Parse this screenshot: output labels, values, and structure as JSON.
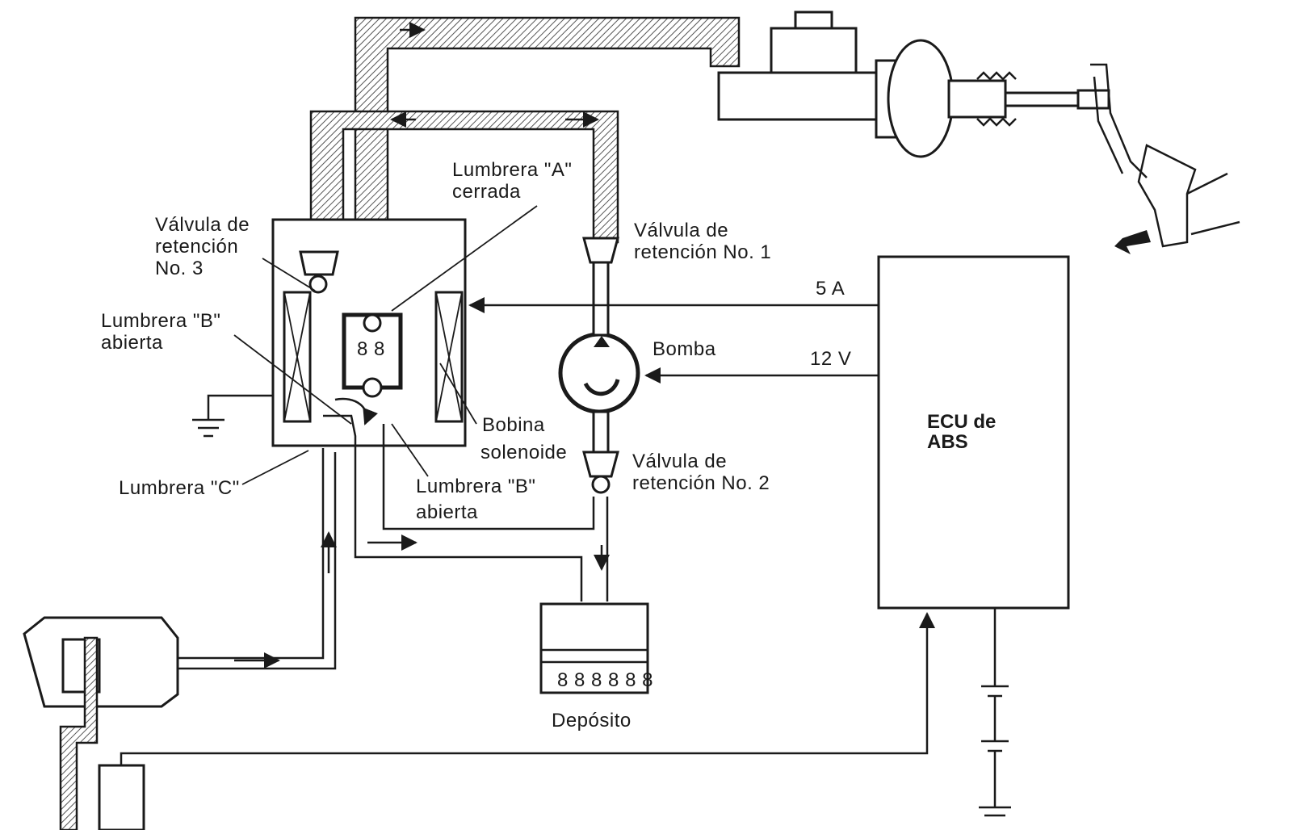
{
  "labels": {
    "lumbrera_a": [
      "Lumbrera \"A\"",
      "cerrada"
    ],
    "valvula_3": [
      "Válvula de",
      "retención",
      "No. 3"
    ],
    "valvula_1": [
      "Válvula de",
      "retención No. 1"
    ],
    "lumbrera_b_top": [
      "Lumbrera \"B\"",
      "abierta"
    ],
    "bomba": "Bomba",
    "bobina": [
      "Bobina",
      "solenoide"
    ],
    "lumbrera_c": "Lumbrera \"C\"",
    "lumbrera_b_bottom": [
      "Lumbrera \"B\"",
      "abierta"
    ],
    "valvula_2": [
      "Válvula de",
      "retención No. 2"
    ],
    "deposito": "Depósito",
    "ecu": [
      "ECU de",
      "ABS"
    ],
    "current": "5 A",
    "voltage": "12 V"
  }
}
